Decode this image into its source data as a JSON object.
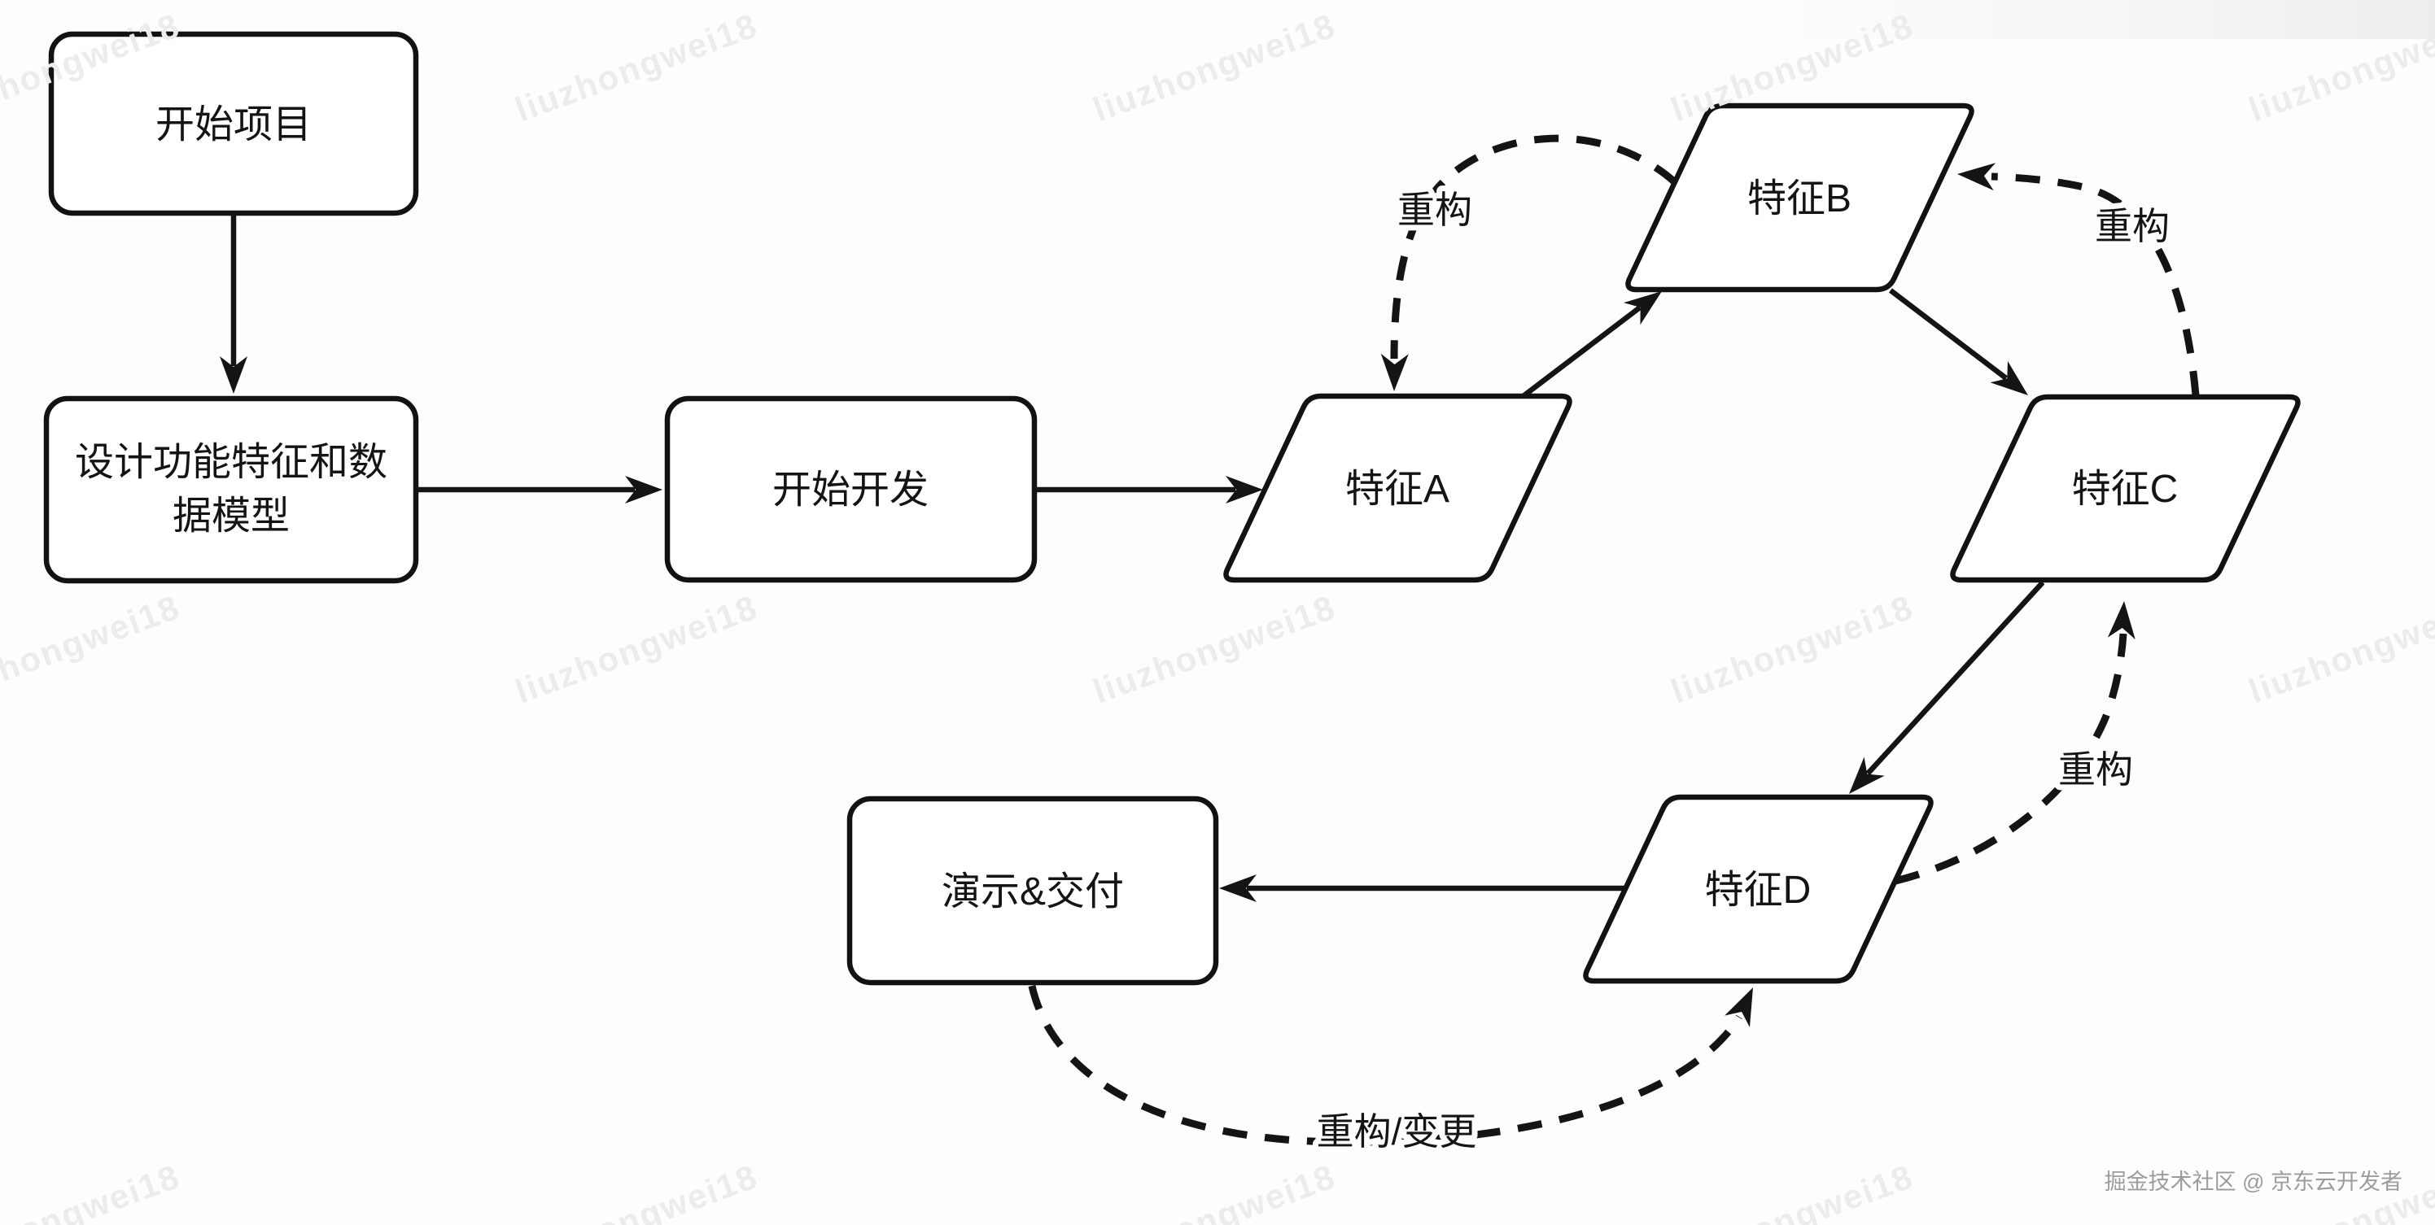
{
  "diagram": {
    "nodes": {
      "start_project": {
        "label": "开始项目"
      },
      "design": {
        "label": "设计功能特征和数据模型",
        "line1": "设计功能特征和数",
        "line2": "据模型"
      },
      "start_dev": {
        "label": "开始开发"
      },
      "feature_a": {
        "label": "特征A"
      },
      "feature_b": {
        "label": "特征B"
      },
      "feature_c": {
        "label": "特征C"
      },
      "feature_d": {
        "label": "特征D"
      },
      "demo_delivery": {
        "label": "演示&交付"
      }
    },
    "edge_labels": {
      "refactor_b_to_a": "重构",
      "refactor_c_to_b": "重构",
      "refactor_d_to_c": "重构",
      "refactor_change_delivery_to_d": "重构/变更"
    },
    "colors": {
      "background": "#fdfdfd",
      "shape_fill": "#ffffff",
      "stroke": "#141414",
      "watermark": "#ececec",
      "credit": "#9c9c9c"
    }
  },
  "watermark": {
    "text": "liuzhongwei18"
  },
  "footer": {
    "credit": "掘金技术社区 @ 京东云开发者"
  }
}
